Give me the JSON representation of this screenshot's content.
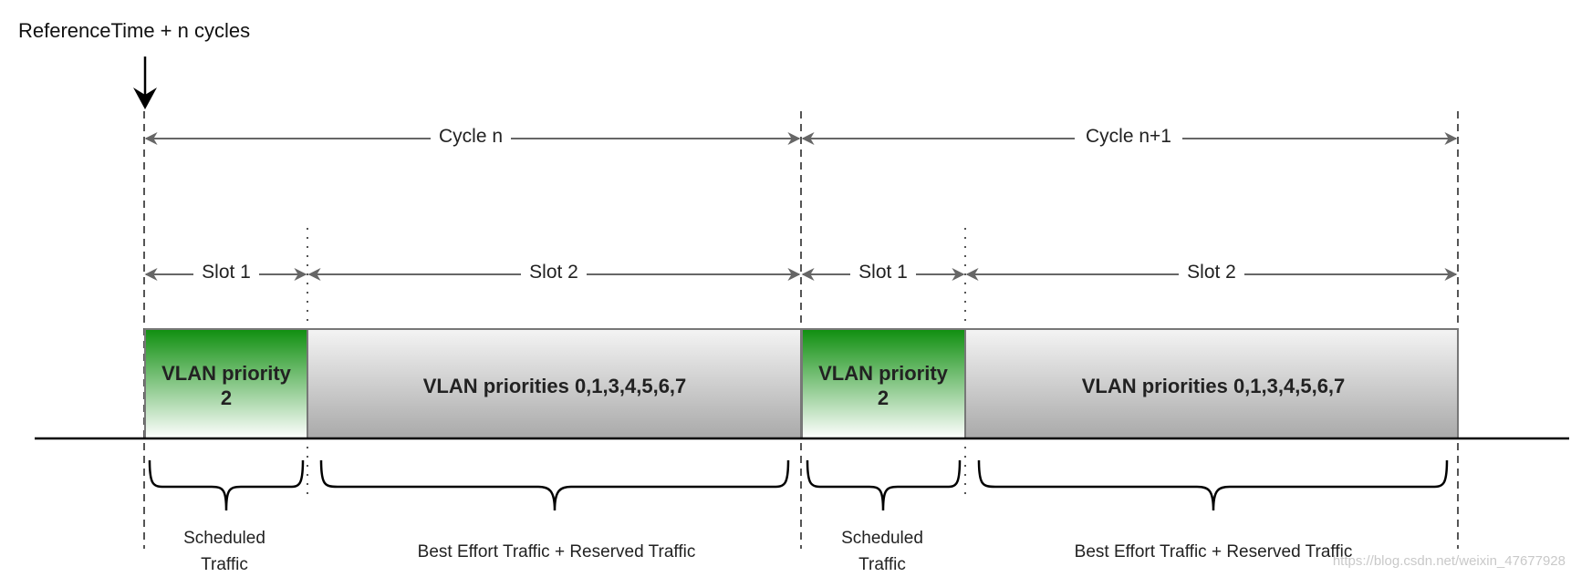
{
  "title": "ReferenceTime + n cycles",
  "cycles": [
    {
      "label": "Cycle n"
    },
    {
      "label": "Cycle n+1"
    }
  ],
  "slots": [
    {
      "label": "Slot 1",
      "block_text_line1": "VLAN priority",
      "block_text_line2": "2",
      "traffic_line1": "Scheduled",
      "traffic_line2": "Traffic",
      "color": "#1a9a1a"
    },
    {
      "label": "Slot 2",
      "block_text": "VLAN priorities 0,1,3,4,5,6,7",
      "traffic": "Best Effort Traffic + Reserved Traffic",
      "color": "#a8a8a8"
    },
    {
      "label": "Slot 1",
      "block_text_line1": "VLAN priority",
      "block_text_line2": "2",
      "traffic_line1": "Scheduled",
      "traffic_line2": "Traffic",
      "color": "#1a9a1a"
    },
    {
      "label": "Slot 2",
      "block_text": "VLAN priorities 0,1,3,4,5,6,7",
      "traffic": "Best Effort Traffic + Reserved Traffic",
      "color": "#a8a8a8"
    }
  ],
  "watermark": "https://blog.csdn.net/weixin_47677928"
}
